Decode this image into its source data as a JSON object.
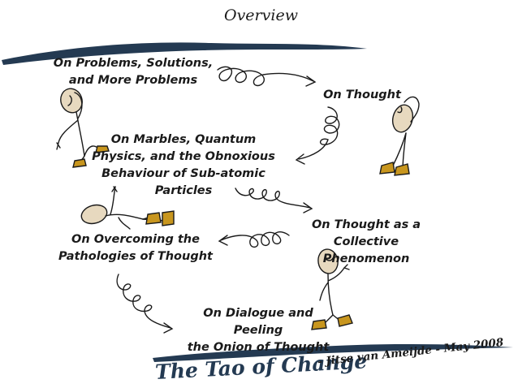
{
  "slide": {
    "title": "Overview",
    "topics": [
      "On Problems, Solutions,\nand More Problems",
      "On Thought",
      "On Marbles, Quantum\nPhysics, and the Obnoxious\nBehaviour of Sub-atomic Particles",
      "On Thought as a\nCollective Phenomenon",
      "On Overcoming the\nPathologies of Thought",
      "On Dialogue and Peeling\nthe Onion of Thought"
    ],
    "brand": "The Tao of Change",
    "byline": "- Jitse van Ameijde - May 2008"
  },
  "colors": {
    "ink": "#1a1a1a",
    "band": "#243a52",
    "shoe": "#c8961e",
    "head": "#e7d9bf"
  }
}
